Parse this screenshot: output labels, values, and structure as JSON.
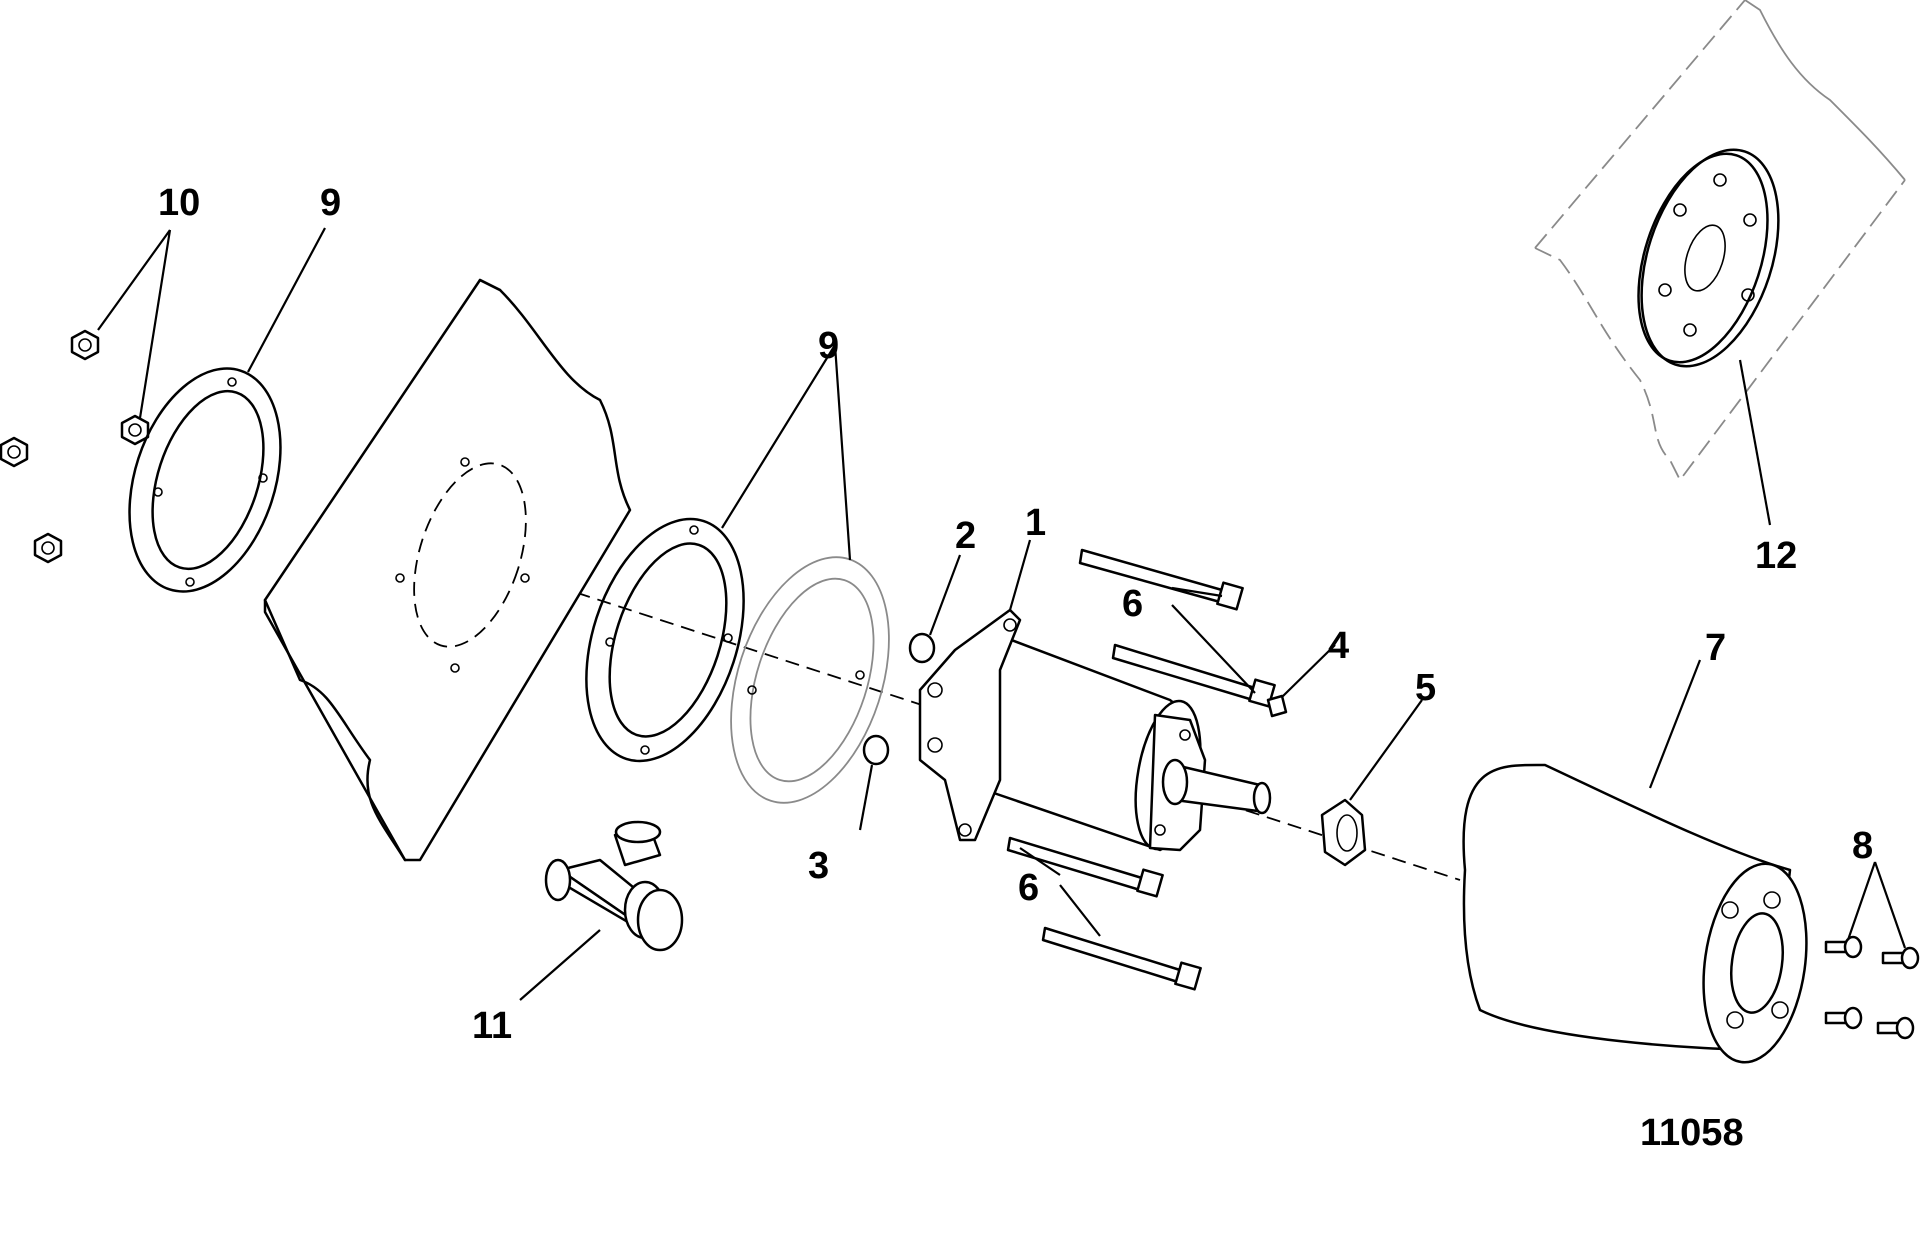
{
  "diagram": {
    "figure_id": "11058",
    "callouts": [
      "1",
      "2",
      "3",
      "4",
      "5",
      "6",
      "7",
      "8",
      "9",
      "10",
      "11",
      "12"
    ],
    "colors": {
      "ink": "#000000",
      "paper": "#ffffff",
      "ghost_outline": "#8a8a8a"
    }
  }
}
